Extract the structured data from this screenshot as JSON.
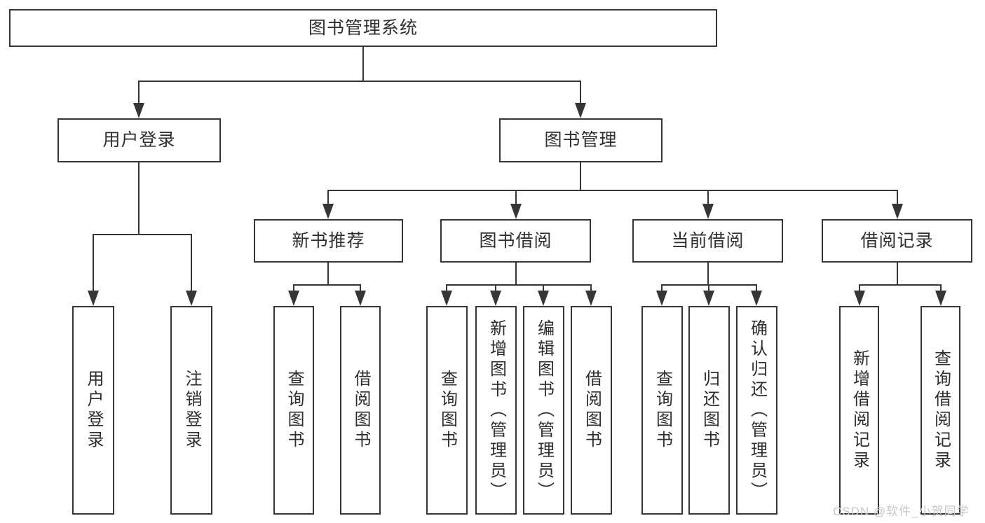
{
  "tree": {
    "label": "图书管理系统",
    "children": [
      {
        "label": "用户登录",
        "children": [
          {
            "label": "用户登录"
          },
          {
            "label": "注销登录"
          }
        ]
      },
      {
        "label": "图书管理",
        "children": [
          {
            "label": "新书推荐",
            "children": [
              {
                "label": "查询图书"
              },
              {
                "label": "借阅图书"
              }
            ]
          },
          {
            "label": "图书借阅",
            "children": [
              {
                "label": "查询图书"
              },
              {
                "label": "新增图书（管理员）"
              },
              {
                "label": "编辑图书（管理员）"
              },
              {
                "label": "借阅图书"
              }
            ]
          },
          {
            "label": "当前借阅",
            "children": [
              {
                "label": "查询图书"
              },
              {
                "label": "归还图书"
              },
              {
                "label": "确认归还（管理员）"
              }
            ]
          },
          {
            "label": "借阅记录",
            "children": [
              {
                "label": "新增借阅记录"
              },
              {
                "label": "查询借阅记录"
              }
            ]
          }
        ]
      }
    ]
  },
  "watermark": {
    "text": "CSDN @软件_小贺同学"
  },
  "colors": {
    "line": "#363636",
    "text": "#2e2e2e",
    "watermark": "#c7c7c7",
    "background": "#ffffff"
  }
}
